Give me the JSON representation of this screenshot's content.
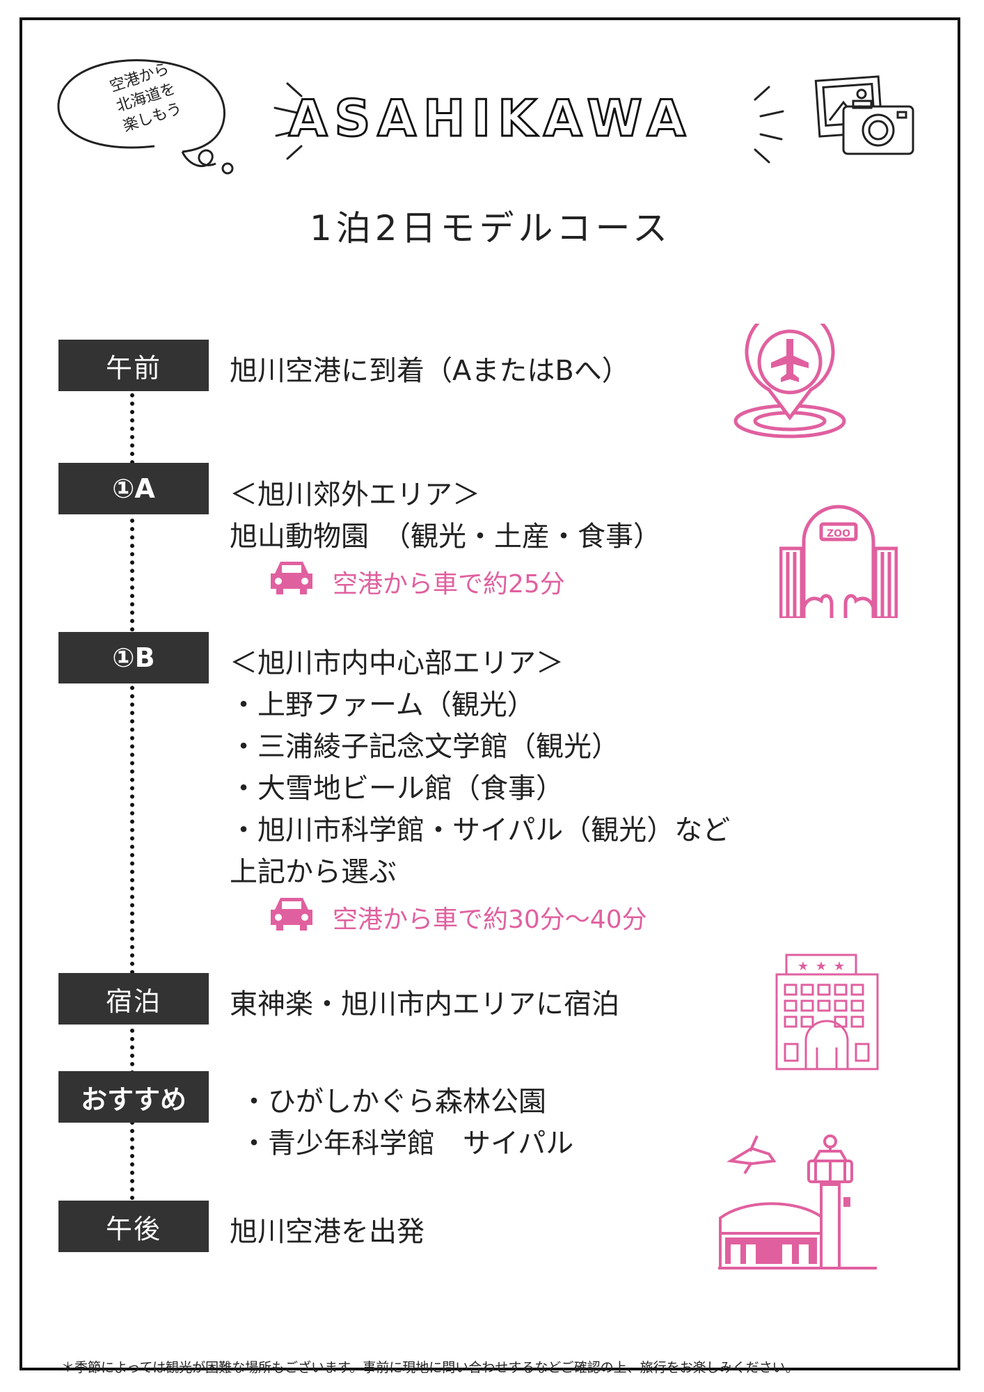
{
  "header": {
    "bubble": [
      "空港から",
      "北海道を",
      "楽しもう"
    ],
    "title": "ASAHIKAWA",
    "subtitle": "1泊2日モデルコース"
  },
  "colors": {
    "accent": "#e0609f",
    "tag_bg": "#333333"
  },
  "schedule": [
    {
      "tag": "午前",
      "lines": [
        "旭川空港に到着（AまたはBへ）"
      ],
      "icon": "airport-pin-icon"
    },
    {
      "tag": "①A",
      "lines": [
        "＜旭川郊外エリア＞",
        "旭山動物園　（観光・土産・食事）"
      ],
      "access": "空港から車で約25分",
      "icon": "zoo-icon"
    },
    {
      "tag": "①B",
      "lines": [
        "＜旭川市内中心部エリア＞",
        "・上野ファーム（観光）",
        "・三浦綾子記念文学館（観光）",
        "・大雪地ビール館（食事）",
        "・旭川市科学館・サイパル（観光）など",
        "上記から選ぶ"
      ],
      "access": "空港から車で約30分〜40分"
    },
    {
      "tag": "宿泊",
      "lines": [
        "東神楽・旭川市内エリアに宿泊"
      ],
      "icon": "hotel-icon"
    },
    {
      "tag": "おすすめ",
      "lines": [
        "・ひがしかぐら森林公園",
        "・青少年科学館　サイパル"
      ]
    },
    {
      "tag": "午後",
      "lines": [
        "旭川空港を出発"
      ],
      "icon": "airport-tower-icon"
    }
  ],
  "footnote": "＊季節によっては観光が困難な場所もございます。事前に現地に問い合わせするなどご確認の上、旅行をお楽しみください。"
}
